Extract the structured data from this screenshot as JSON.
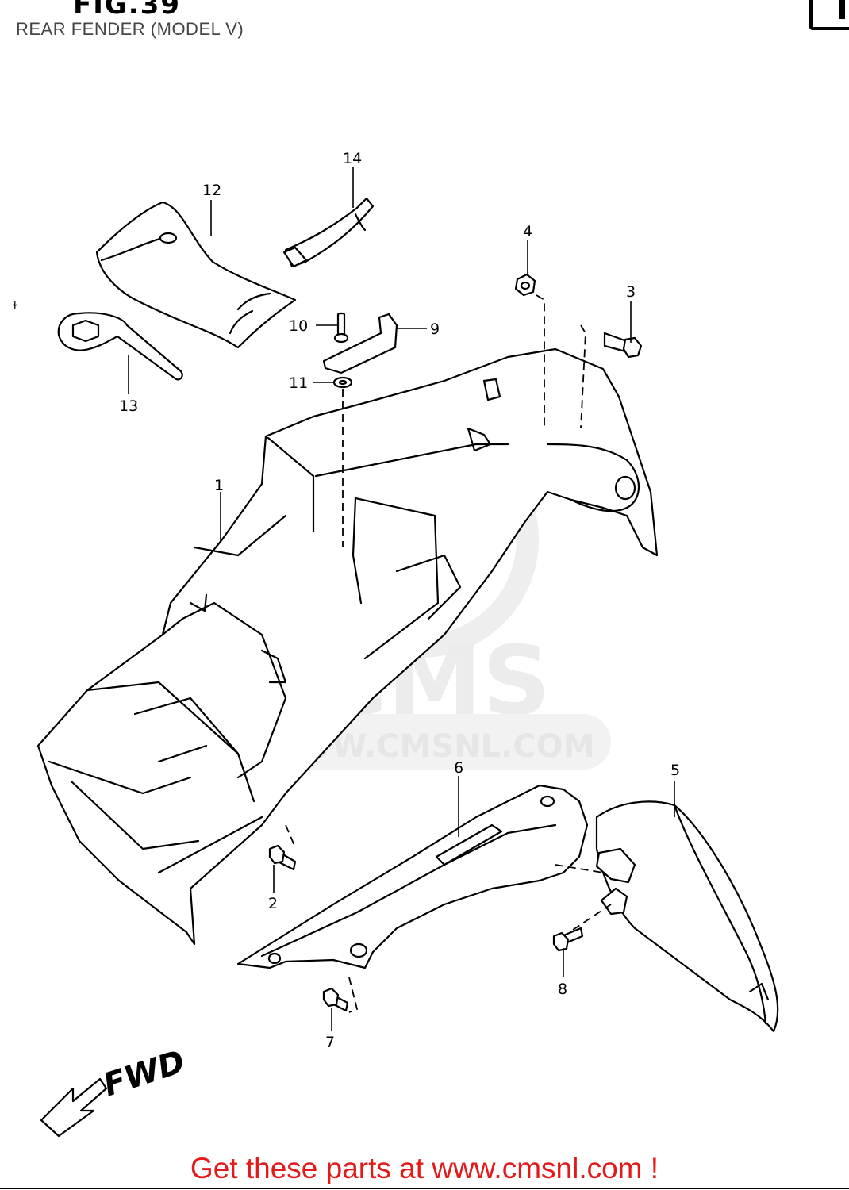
{
  "header": {
    "figure_title": "FIG.39",
    "subtitle": "REAR FENDER (MODEL V)"
  },
  "callouts": [
    "1",
    "2",
    "3",
    "4",
    "5",
    "6",
    "7",
    "8",
    "9",
    "10",
    "11",
    "12",
    "13",
    "14"
  ],
  "direction_label": "FWD",
  "watermark": {
    "logo_text": "CMS",
    "url_text": "WWW.CMSNL.COM"
  },
  "footer": {
    "text": "Get these parts at www.cmsnl.com !",
    "color": "#e21a1a"
  }
}
